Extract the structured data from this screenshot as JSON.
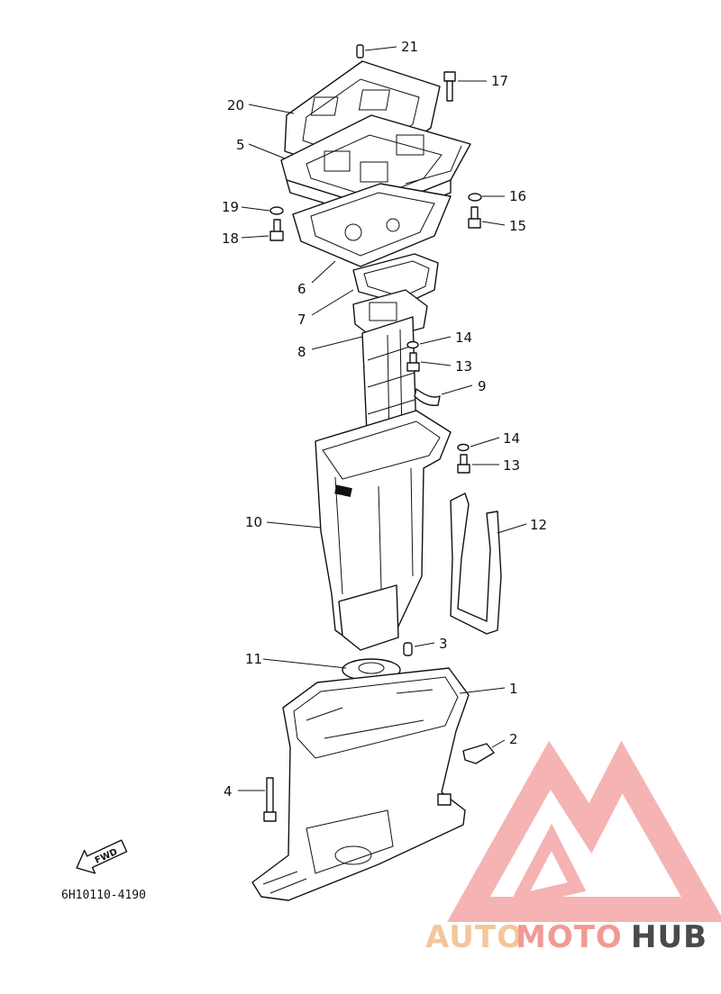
{
  "diagram": {
    "callouts": [
      "21",
      "17",
      "20",
      "5",
      "16",
      "19",
      "15",
      "18",
      "6",
      "7",
      "8",
      "14",
      "13",
      "9",
      "14",
      "13",
      "10",
      "12",
      "3",
      "11",
      "1",
      "2",
      "4"
    ],
    "diagram_code": "6H10110-4190",
    "fwd_label": "FWD"
  },
  "watermark": {
    "word_part1": "AUTO",
    "word_part2": "MOTO",
    "word_part3": "HUB",
    "colors": {
      "part1": "#f2c79a",
      "part2": "#f19a95",
      "part3": "#4a4a4a",
      "logo": "#f4a6a6"
    }
  }
}
